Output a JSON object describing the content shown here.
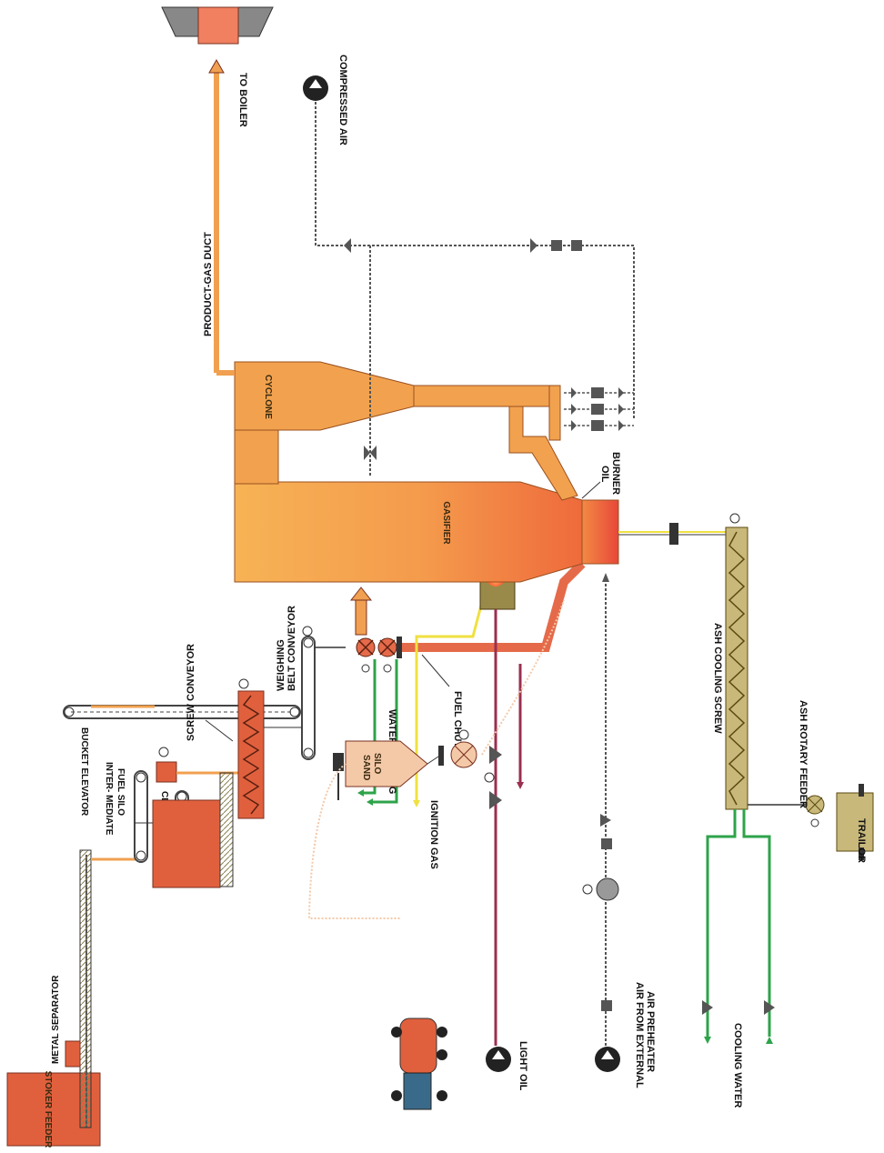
{
  "labels": {
    "stoker_feeder": "STOKER FEEDER",
    "metal_separator": "METAL SEPARATOR",
    "classifier": "CLASSIFIER",
    "bucket_elevator": "BUCKET ELEVATOR",
    "intermediate_fuel_silo_1": "INTER- MEDIATE",
    "intermediate_fuel_silo_2": "FUEL SILO",
    "screw_conveyor": "SCREW CONVEYOR",
    "weighing_belt_conveyor_1": "WEIGHING",
    "weighing_belt_conveyor_2": "BELT CONVEYOR",
    "water_cooling": "WATER COOLING",
    "fuel_chute": "FUEL CHUTE",
    "ignition_gas": "IGNITION GAS",
    "sand_silo_1": "SAND",
    "sand_silo_2": "SILO",
    "light_oil": "LIGHT OIL",
    "air_preheater_1": "AIR FROM EXTERNAL",
    "air_preheater_2": "AIR PREHEATER",
    "cooling_water": "COOLING WATER",
    "trailer": "TRAILOR",
    "ash_rotary_feeder": "ASH ROTARY FEEDER",
    "ash_cooling_screw": "ASH COOLING SCREW",
    "gasifier": "GASIFIER",
    "oil_burner_1": "OIL",
    "oil_burner_2": "BURNER",
    "cyclone": "CYCLONE",
    "product_gas_duct": "PRODUCT-GAS DUCT",
    "to_boiler": "TO BOILER",
    "compressed_air": "COMPRESSED AIR"
  },
  "colors": {
    "vessel": "#f2a24e",
    "vessel_hot": "#ef5b3a",
    "silo": "#e1613f",
    "duct": "#f0a050",
    "fuel_line": "#e56a4a",
    "water": "#2ea34a",
    "gas": "#f0e040",
    "oil": "#9b2f4f",
    "air": "#555555",
    "screw": "#c8b87a",
    "sand": "#f4c9a8"
  }
}
